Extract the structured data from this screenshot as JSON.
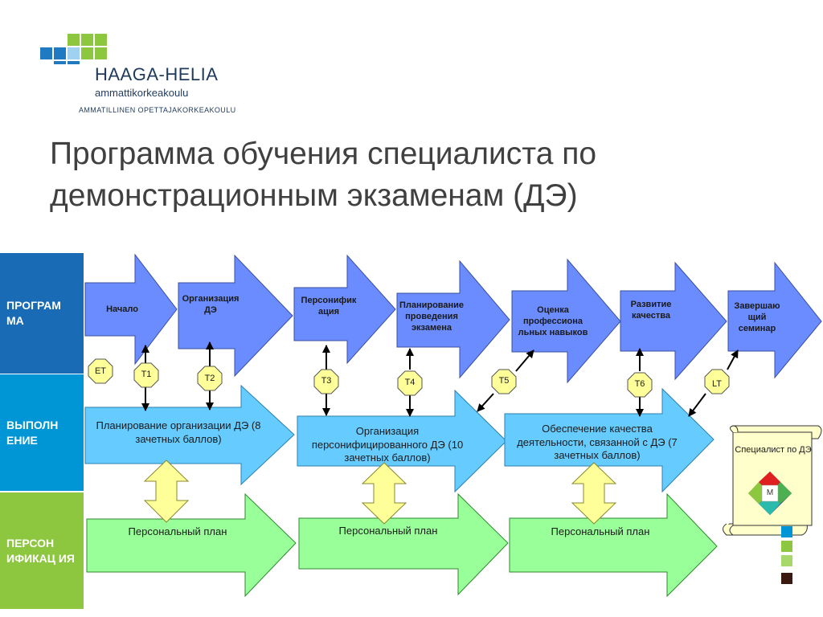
{
  "logo": {
    "name": "HAAGA-HELIA",
    "subtitle": "ammattikorkeakoulu",
    "tagline": "AMMATILLINEN OPETTAJAKORKEAKOULU"
  },
  "title": {
    "line1": "Программа обучения специалиста по",
    "line2": "демонстрационным экзаменам (ДЭ)"
  },
  "rows": {
    "program": "ПРОГРАМ МА",
    "execution": "ВЫПОЛН ЕНИЕ",
    "personalization": "ПЕРСОН ИФИКАЦ ИЯ"
  },
  "steps": [
    "Начало",
    "Организация ДЭ",
    "Персонифик ация",
    "Планирование проведения экзамена",
    "Оценка профессиона льных навыков",
    "Развитие качества",
    "Завершаю щий семинар"
  ],
  "tokens": [
    "ET",
    "T1",
    "T2",
    "T3",
    "T4",
    "T5",
    "T6",
    "LT"
  ],
  "modules": [
    "Планирование организации ДЭ (8 зачетных баллов)",
    "Организация персонифицированного ДЭ (10 зачетных баллов)",
    "Обеспечение качества деятельности, связанной с ДЭ (7 зачетных баллов)"
  ],
  "personal_plans": [
    "Персональный план",
    "Персональный план",
    "Персональный план"
  ],
  "certificate": {
    "text": "Специалист по ДЭ",
    "badge_letter": "М"
  },
  "colors": {
    "program_row": "#1a6bb5",
    "execution_row": "#0096d6",
    "personalization_row": "#8dc63f",
    "step_arrow": "#6b8cff",
    "module_arrow": "#66ccff",
    "plan_arrow": "#99ff99",
    "double_arrow": "#ffff99",
    "logo_blue": "#1f7ac2",
    "logo_green": "#8dc63f"
  }
}
